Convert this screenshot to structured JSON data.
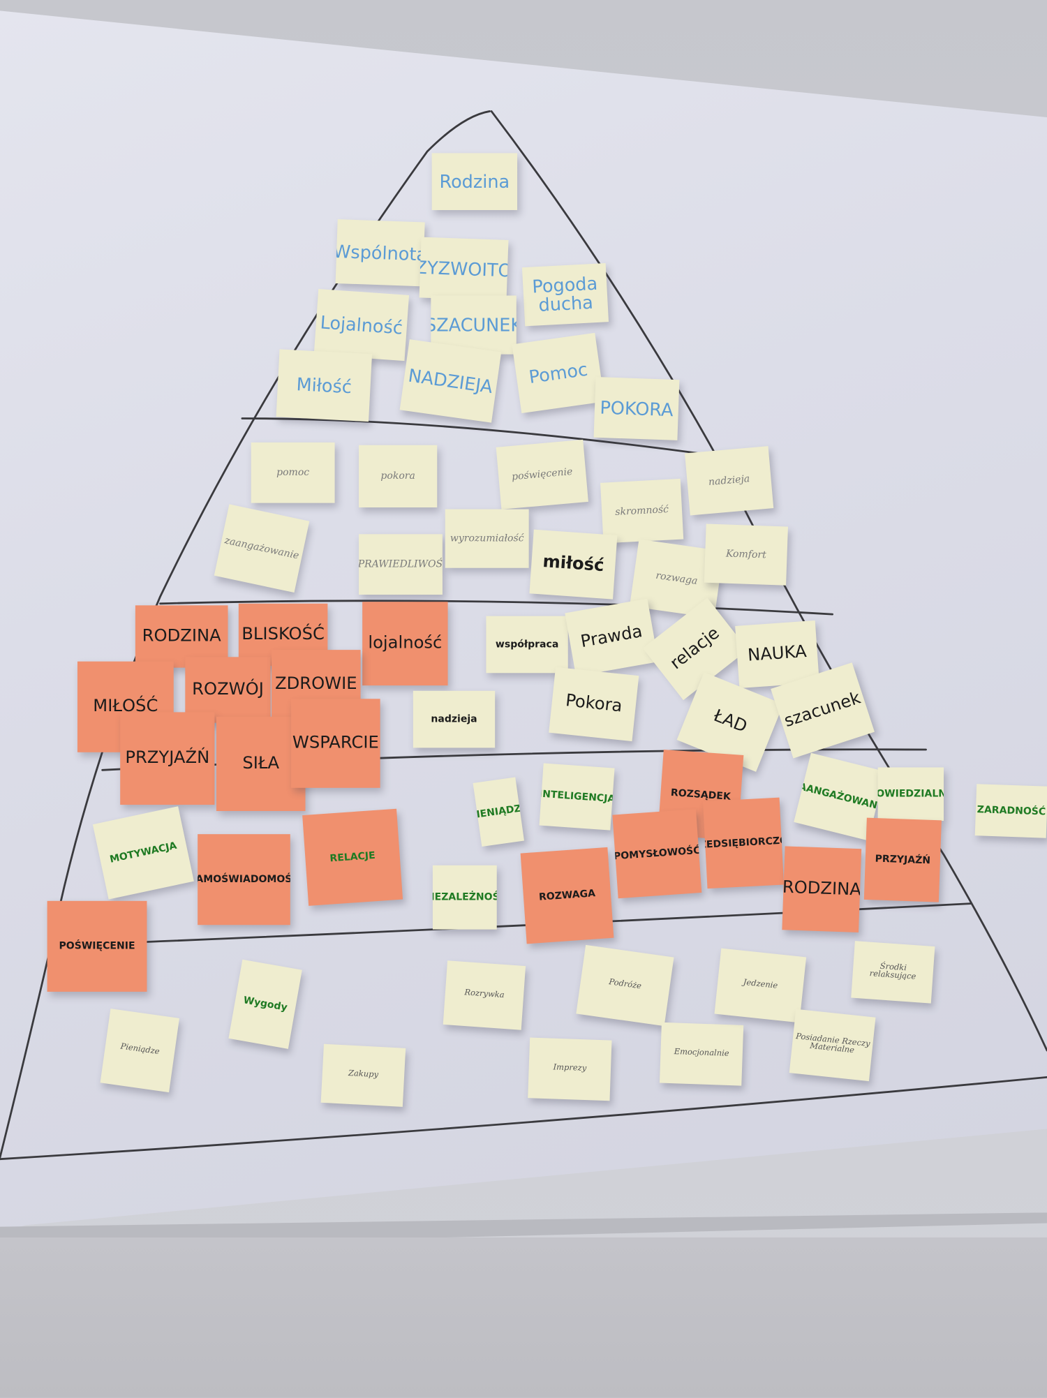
{
  "pyramid": {
    "tiers": [
      {
        "name": "tier-1",
        "notes": [
          "Rodzina",
          "Wspólnota",
          "PRZYZWOITOŚĆ",
          "Pogoda ducha",
          "Lojalność",
          "SZACUNEK",
          "Miłość",
          "NADZIEJA",
          "Pomoc",
          "POKORA"
        ]
      },
      {
        "name": "tier-2",
        "notes": [
          "pomoc",
          "pokora",
          "poświęcenie",
          "skromność",
          "nadzieja",
          "zaangażowanie",
          "SPRAWIEDLIWOŚĆ",
          "wyrozumiałość",
          "miłość",
          "rozwaga",
          "Komfort"
        ]
      },
      {
        "name": "tier-3",
        "notes": [
          "RODZINA",
          "BLISKOŚĆ",
          "lojalność",
          "MIŁOŚĆ",
          "ROZWÓJ",
          "ZDROWIE",
          "PRZYJAŹŃ",
          "SIŁA",
          "WSPARCIE",
          "współpraca",
          "Prawda",
          "relacje",
          "NAUKA",
          "nadzieja",
          "Pokora",
          "ŁAD",
          "szacunek"
        ]
      },
      {
        "name": "tier-4",
        "notes": [
          "MOTYWACJA",
          "SAMOŚWIADOMOŚĆ",
          "RELACJE",
          "PIENIĄDZE",
          "INTELIGENCJA",
          "NIEZALEŻNOŚĆ",
          "ROZWAGA",
          "ROZSĄDEK",
          "POMYSŁOWOŚĆ",
          "PRZEDSIĘBIORCZOŚĆ",
          "RODZINA",
          "ZAANGAŻOWANIE",
          "ODPOWIEDZIALNOŚĆ",
          "PRZYJAŹŃ",
          "ZARADNOŚĆ",
          "POŚWIĘCENIE"
        ]
      },
      {
        "name": "tier-5",
        "notes": [
          "Pieniądze",
          "Wygody",
          "Zakupy",
          "Rozrywka",
          "Imprezy",
          "Podróże",
          "Emocjonalnie",
          "Jedzenie",
          "Posiadanie Rzeczy Materialne",
          "Środki relaksujące"
        ]
      }
    ]
  },
  "colors": {
    "yellow_note": "#efedcf",
    "orange_note": "#f0906e",
    "blue_ink": "#5b9bd5",
    "green_ink": "#1f7a23"
  }
}
